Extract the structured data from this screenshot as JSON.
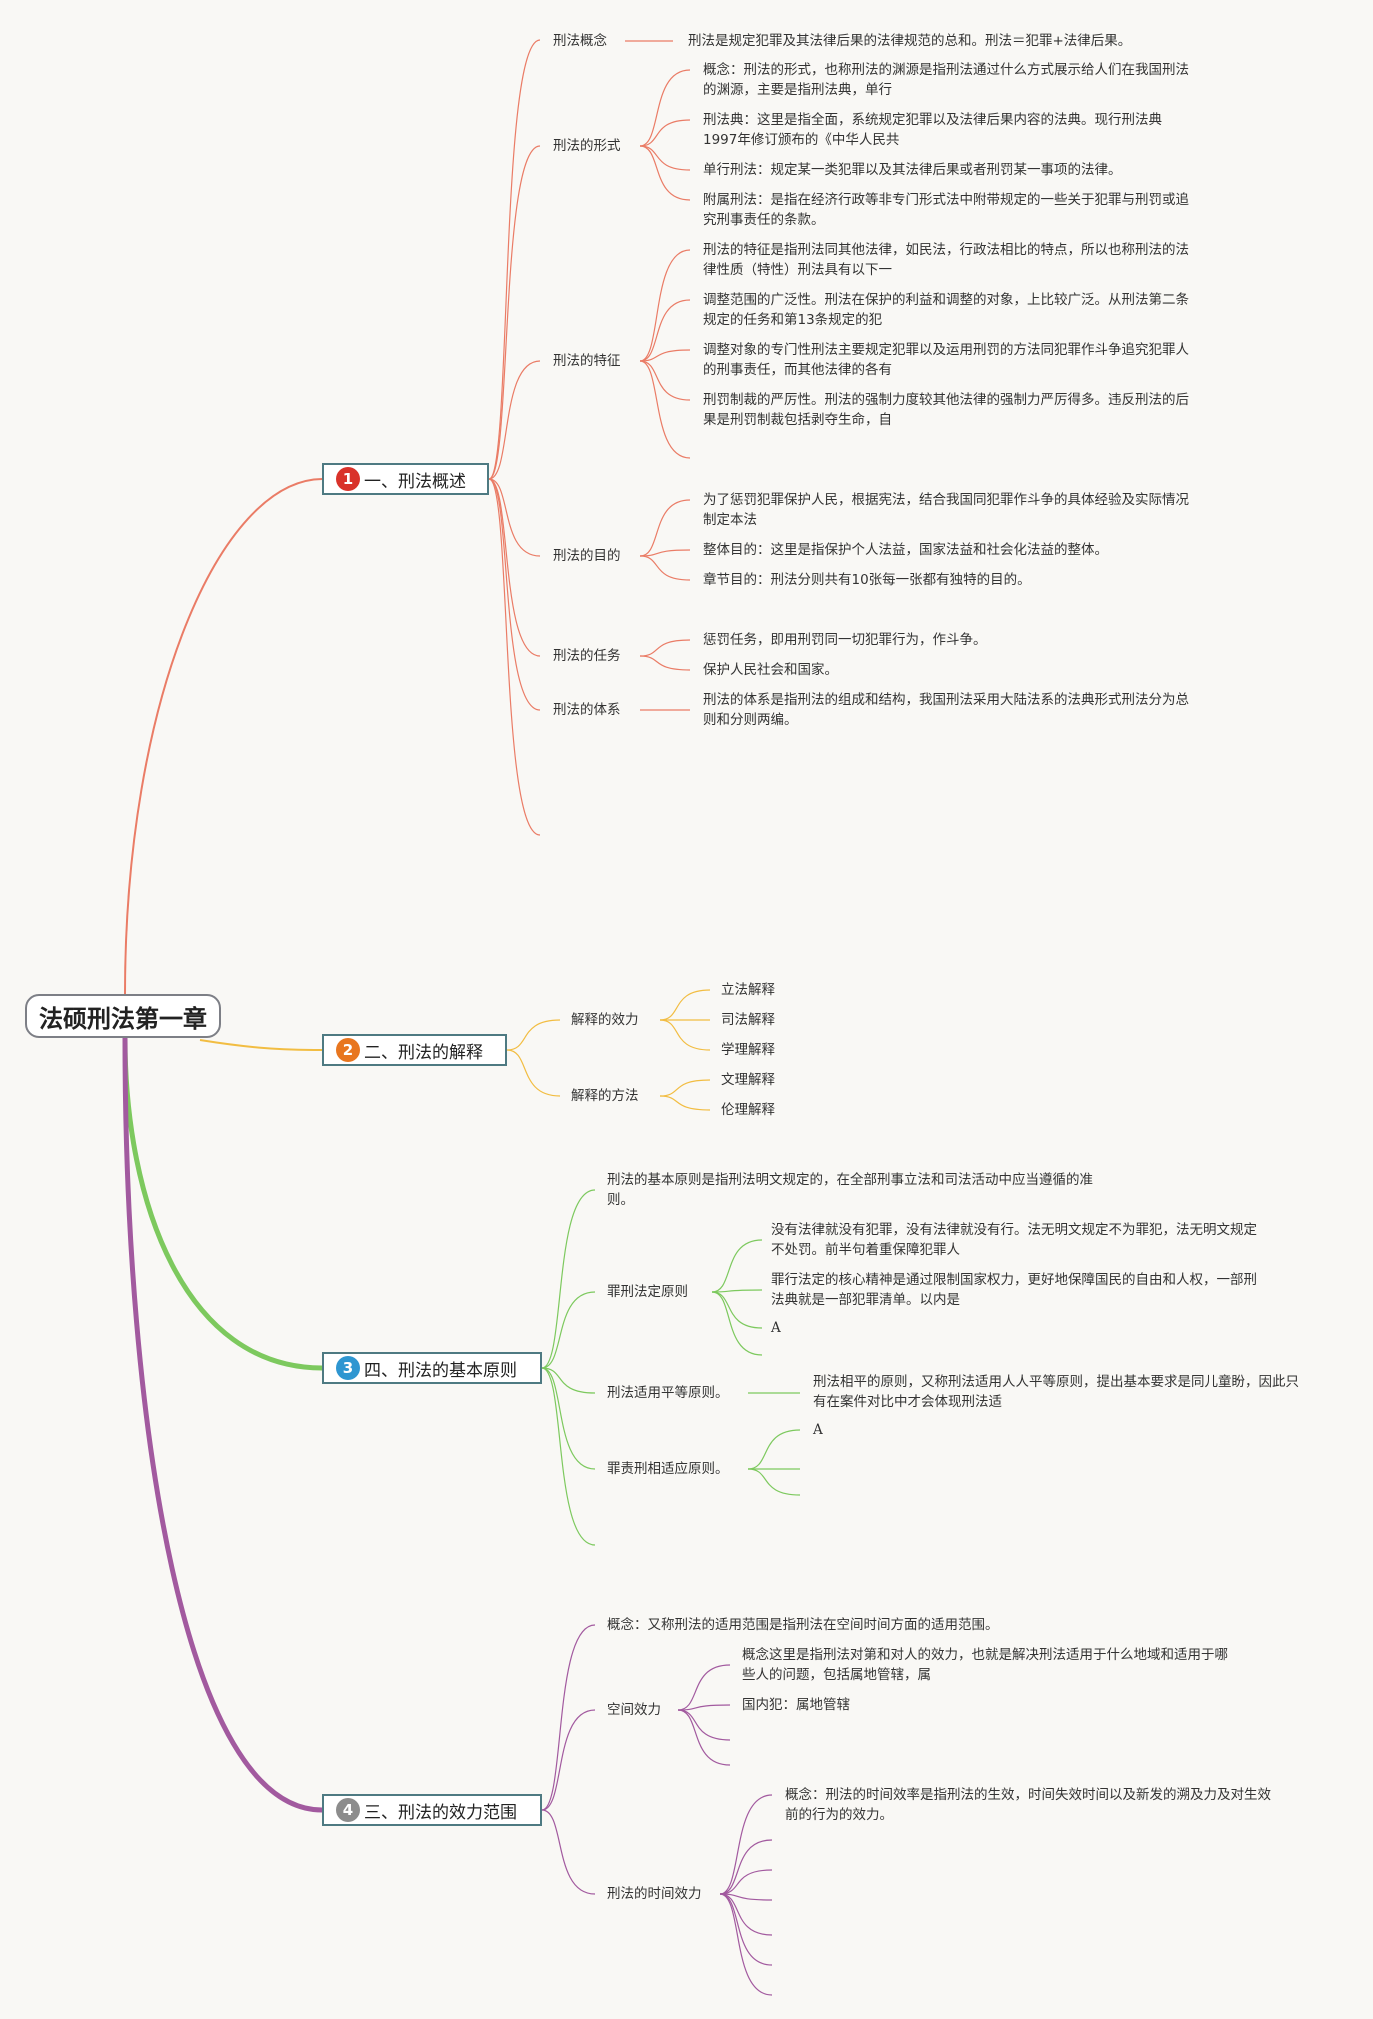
{
  "root": {
    "label": "法硕刑法第一章"
  },
  "colors": {
    "branch1": "#ea7c66",
    "branch2": "#f2bd42",
    "branch3": "#7dc95e",
    "branch4": "#a25a9f",
    "badge1": "#d9322a",
    "badge2": "#e8761f",
    "badge3": "#2e96d1",
    "badge4": "#8c8c8c",
    "root_border": "#7d7f86",
    "main_border": "#4e7a82"
  },
  "branches": [
    {
      "badge": "1",
      "label": "一、刑法概述",
      "children": [
        {
          "label": "刑法概念",
          "children": [
            "刑法是规定犯罪及其法律后果的法律规范的总和。刑法＝犯罪+法律后果。"
          ]
        },
        {
          "label": "刑法的形式",
          "children": [
            "概念：刑法的形式，也称刑法的渊源是指刑法通过什么方式展示给人们在我国刑法的渊源，主要是指刑法典，单行",
            "刑法典：这里是指全面，系统规定犯罪以及法律后果内容的法典。现行刑法典1997年修订颁布的《中华人民共",
            "单行刑法：规定某一类犯罪以及其法律后果或者刑罚某一事项的法律。",
            "附属刑法：是指在经济行政等非专门形式法中附带规定的一些关于犯罪与刑罚或追究刑事责任的条款。"
          ]
        },
        {
          "label": "刑法的特征",
          "children": [
            "刑法的特征是指刑法同其他法律，如民法，行政法相比的特点，所以也称刑法的法律性质（特性）刑法具有以下一",
            "调整范围的广泛性。刑法在保护的利益和调整的对象，上比较广泛。从刑法第二条规定的任务和第13条规定的犯",
            "调整对象的专门性刑法主要规定犯罪以及运用刑罚的方法同犯罪作斗争追究犯罪人的刑事责任，而其他法律的各有",
            "刑罚制裁的严厉性。刑法的强制力度较其他法律的强制力严厉得多。违反刑法的后果是刑罚制裁包括剥夺生命，自"
          ]
        },
        {
          "label": "刑法的目的",
          "children": [
            "为了惩罚犯罪保护人民，根据宪法，结合我国同犯罪作斗争的具体经验及实际情况制定本法",
            "整体目的：这里是指保护个人法益，国家法益和社会化法益的整体。",
            "章节目的：刑法分则共有10张每一张都有独特的目的。"
          ]
        },
        {
          "label": "刑法的任务",
          "children": [
            "惩罚任务，即用刑罚同一切犯罪行为，作斗争。",
            "保护人民社会和国家。"
          ]
        },
        {
          "label": "刑法的体系",
          "children": [
            "刑法的体系是指刑法的组成和结构，我国刑法采用大陆法系的法典形式刑法分为总则和分则两编。"
          ]
        }
      ]
    },
    {
      "badge": "2",
      "label": "二、刑法的解释",
      "children": [
        {
          "label": "解释的效力",
          "children": [
            "立法解释",
            "司法解释",
            "学理解释"
          ]
        },
        {
          "label": "解释的方法",
          "children": [
            "文理解释",
            "伦理解释"
          ]
        }
      ]
    },
    {
      "badge": "3",
      "label": "四、刑法的基本原则",
      "children": [
        {
          "label": "刑法的基本原则是指刑法明文规定的，在全部刑事立法和司法活动中应当遵循的准则。",
          "children": []
        },
        {
          "label": "罪刑法定原则",
          "children": [
            "没有法律就没有犯罪，没有法律就没有行。法无明文规定不为罪犯，法无明文规定不处罚。前半句着重保障犯罪人",
            "罪行法定的核心精神是通过限制国家权力，更好地保障国民的自由和人权，一部刑法典就是一部犯罪清单。以内是",
            "A"
          ]
        },
        {
          "label": "刑法适用平等原则。",
          "children": [
            "刑法相平的原则，又称刑法适用人人平等原则，提出基本要求是同儿童盼，因此只有在案件对比中才会体现刑法适"
          ]
        },
        {
          "label": "罪责刑相适应原则。",
          "children": [
            "A"
          ]
        }
      ]
    },
    {
      "badge": "4",
      "label": "三、刑法的效力范围",
      "children": [
        {
          "label": "概念：又称刑法的适用范围是指刑法在空间时间方面的适用范围。",
          "children": []
        },
        {
          "label": "空间效力",
          "children": [
            "概念这里是指刑法对第和对人的效力，也就是解决刑法适用于什么地域和适用于哪些人的问题，包括属地管辖，属",
            "国内犯：属地管辖"
          ]
        },
        {
          "label": "刑法的时间效力",
          "children": [
            "概念：刑法的时间效率是指刑法的生效，时间失效时间以及新发的溯及力及对生效前的行为的效力。"
          ]
        }
      ]
    }
  ]
}
